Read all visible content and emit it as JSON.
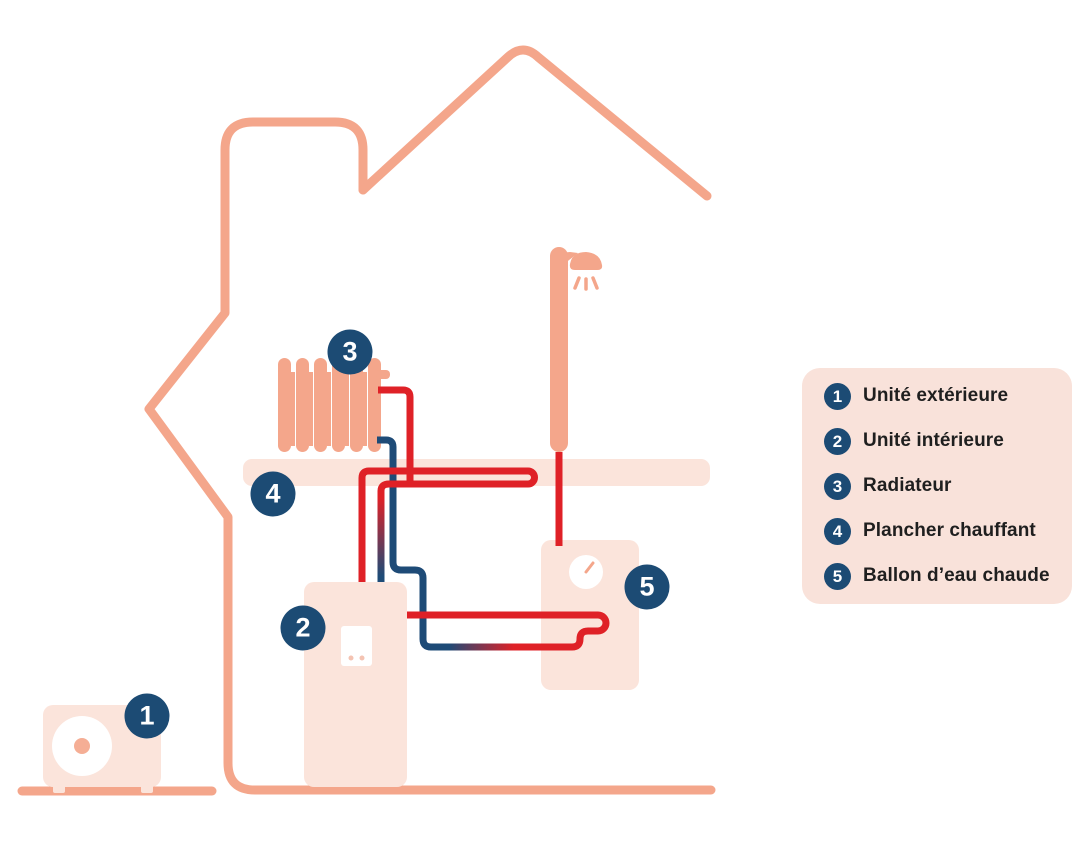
{
  "diagram": {
    "badges": [
      {
        "label": "1"
      },
      {
        "label": "2"
      },
      {
        "label": "3"
      },
      {
        "label": "4"
      },
      {
        "label": "5"
      }
    ],
    "legend": {
      "items": [
        {
          "num": "1",
          "label": "Unité extérieure"
        },
        {
          "num": "2",
          "label": "Unité intérieure"
        },
        {
          "num": "3",
          "label": "Radiateur"
        },
        {
          "num": "4",
          "label": "Plancher chauffant"
        },
        {
          "num": "5",
          "label": "Ballon d’eau chaude"
        }
      ]
    },
    "colors": {
      "house_outline": "#F4A68B",
      "equipment_fill": "#FBE4DB",
      "legend_background": "#F9E2DA",
      "hot_pipe_red": "#DF2127",
      "cold_pipe_blue": "#1E4B77",
      "badge_navy": "#1C4B74",
      "text_dark": "#1F1F1F"
    }
  }
}
